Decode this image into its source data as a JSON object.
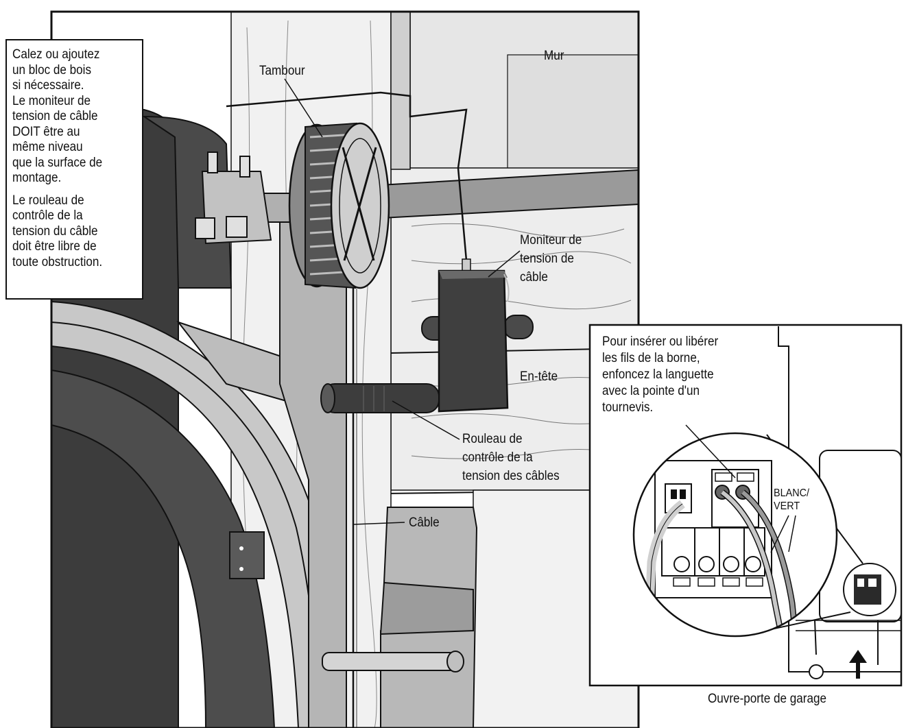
{
  "labels": {
    "wall": "Mur",
    "drum": "Tambour",
    "monitor": "Moniteur de\ntension de\ncâble",
    "header": "En-tête",
    "roller": "Rouleau de\ncontrôle de la\ntension des câbles",
    "cable": "Câble",
    "wire_color": "BLANC/\nVERT",
    "opener": "Ouvre-porte de garage"
  },
  "note": {
    "para1": "Calez ou ajoutez\nun bloc de bois\nsi nécessaire.\nLe moniteur de\ntension de câble\nDOIT être au\nmême niveau\nque la surface de\nmontage.",
    "para2": "Le rouleau de\ncontrôle de la\ntension du câble\ndoit être libre de\ntoute obstruction."
  },
  "inset": {
    "instruction": "Pour insérer ou libérer\nles fils de la borne,\nenfoncez la languette\navec la pointe  d'un\ntournevis."
  },
  "colors": {
    "outline": "#111111",
    "door_dark": "#3c3c3c",
    "metal": "#b4b4b4",
    "wood": "#ececec"
  },
  "icons": {
    "direction": "up-arrow-icon"
  }
}
